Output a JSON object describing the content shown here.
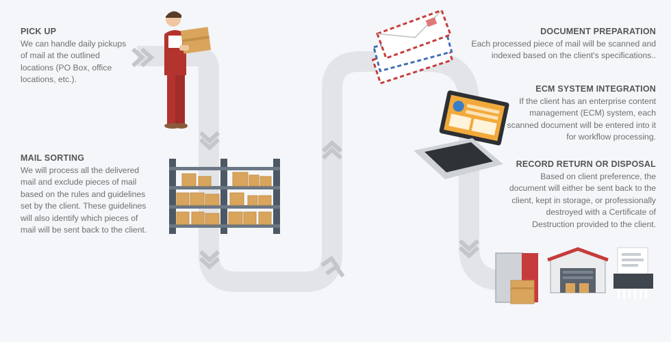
{
  "steps": {
    "pickup": {
      "title": "PICK UP",
      "text": "We can handle daily pickups of mail at the outlined locations (PO Box, office locations, etc.)."
    },
    "sorting": {
      "title": "MAIL SORTING",
      "text": "We will process all the delivered mail and exclude pieces of mail based on the rules and guidelines set by the client. These guidelines will also identify which pieces of mail will be sent back to the client."
    },
    "preparation": {
      "title": "DOCUMENT PREPARATION",
      "text": "Each processed piece of mail will be scanned and indexed based on the client's specifications.."
    },
    "ecm": {
      "title": "ECM SYSTEM INTEGRATION",
      "text": "If the client has an enterprise content management (ECM) system, each scanned document will be entered into it for workflow processing."
    },
    "record": {
      "title": "RECORD RETURN OR DISPOSAL",
      "text": "Based on client preference, the document will either be sent back to the client, kept in storage, or professionally destroyed with a Certificate of Destruction provided to the client."
    }
  },
  "colors": {
    "path": "#e2e4e7",
    "chevron": "#c3c6ca",
    "worker_red": "#b3332f",
    "box": "#d9a55d",
    "shelf": "#4d5866",
    "envelope_border": "#c63c3c",
    "envelope_blue": "#3f6fb4",
    "laptop_screen": "#f2a93b"
  },
  "icons": [
    "delivery-worker-icon",
    "warehouse-shelf-icon",
    "envelope-stack-icon",
    "laptop-icon",
    "storage-building-icon",
    "shredder-icon",
    "mailbox-icon"
  ]
}
